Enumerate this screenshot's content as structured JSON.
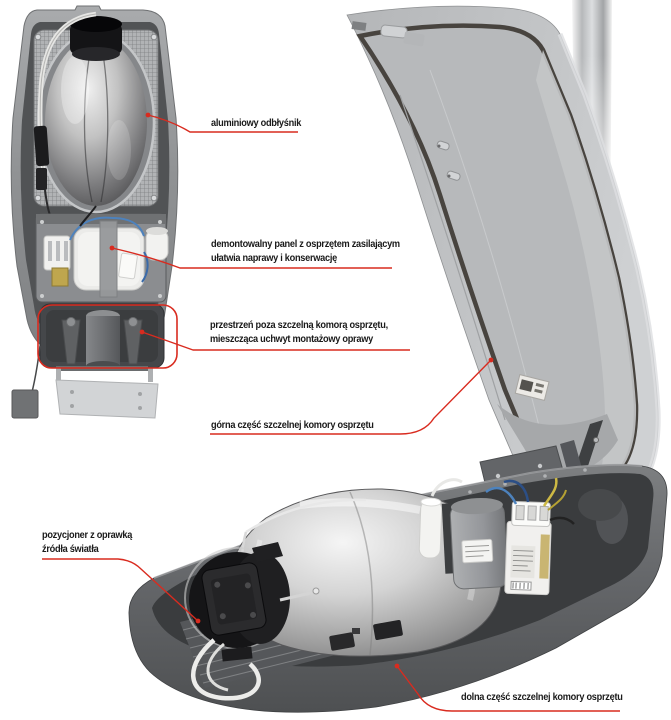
{
  "figure": {
    "language": "pl",
    "annotation_count": 6
  },
  "colors": {
    "callout_line": "#d92b1f",
    "label_text": "#1a1a1a",
    "background": "#ffffff"
  },
  "annotations": {
    "reflector": {
      "text": "aluminiowy odbłyśnik"
    },
    "gear_panel": {
      "line1": "demontowalny panel z osprzętem zasilającym",
      "line2": "ułatwia naprawy i konserwację"
    },
    "outside_space": {
      "line1": "przestrzeń poza szczelną komorą osprzętu,",
      "line2": "mieszcząca uchwyt montażowy oprawy"
    },
    "upper_compartment": {
      "text": "górna część szczelnej komory osprzętu"
    },
    "lamp_positioner": {
      "line1": "pozycjoner z oprawką",
      "line2": "źródła światła"
    },
    "lower_compartment": {
      "text": "dolna część szczelnej komory osprzętu"
    }
  }
}
